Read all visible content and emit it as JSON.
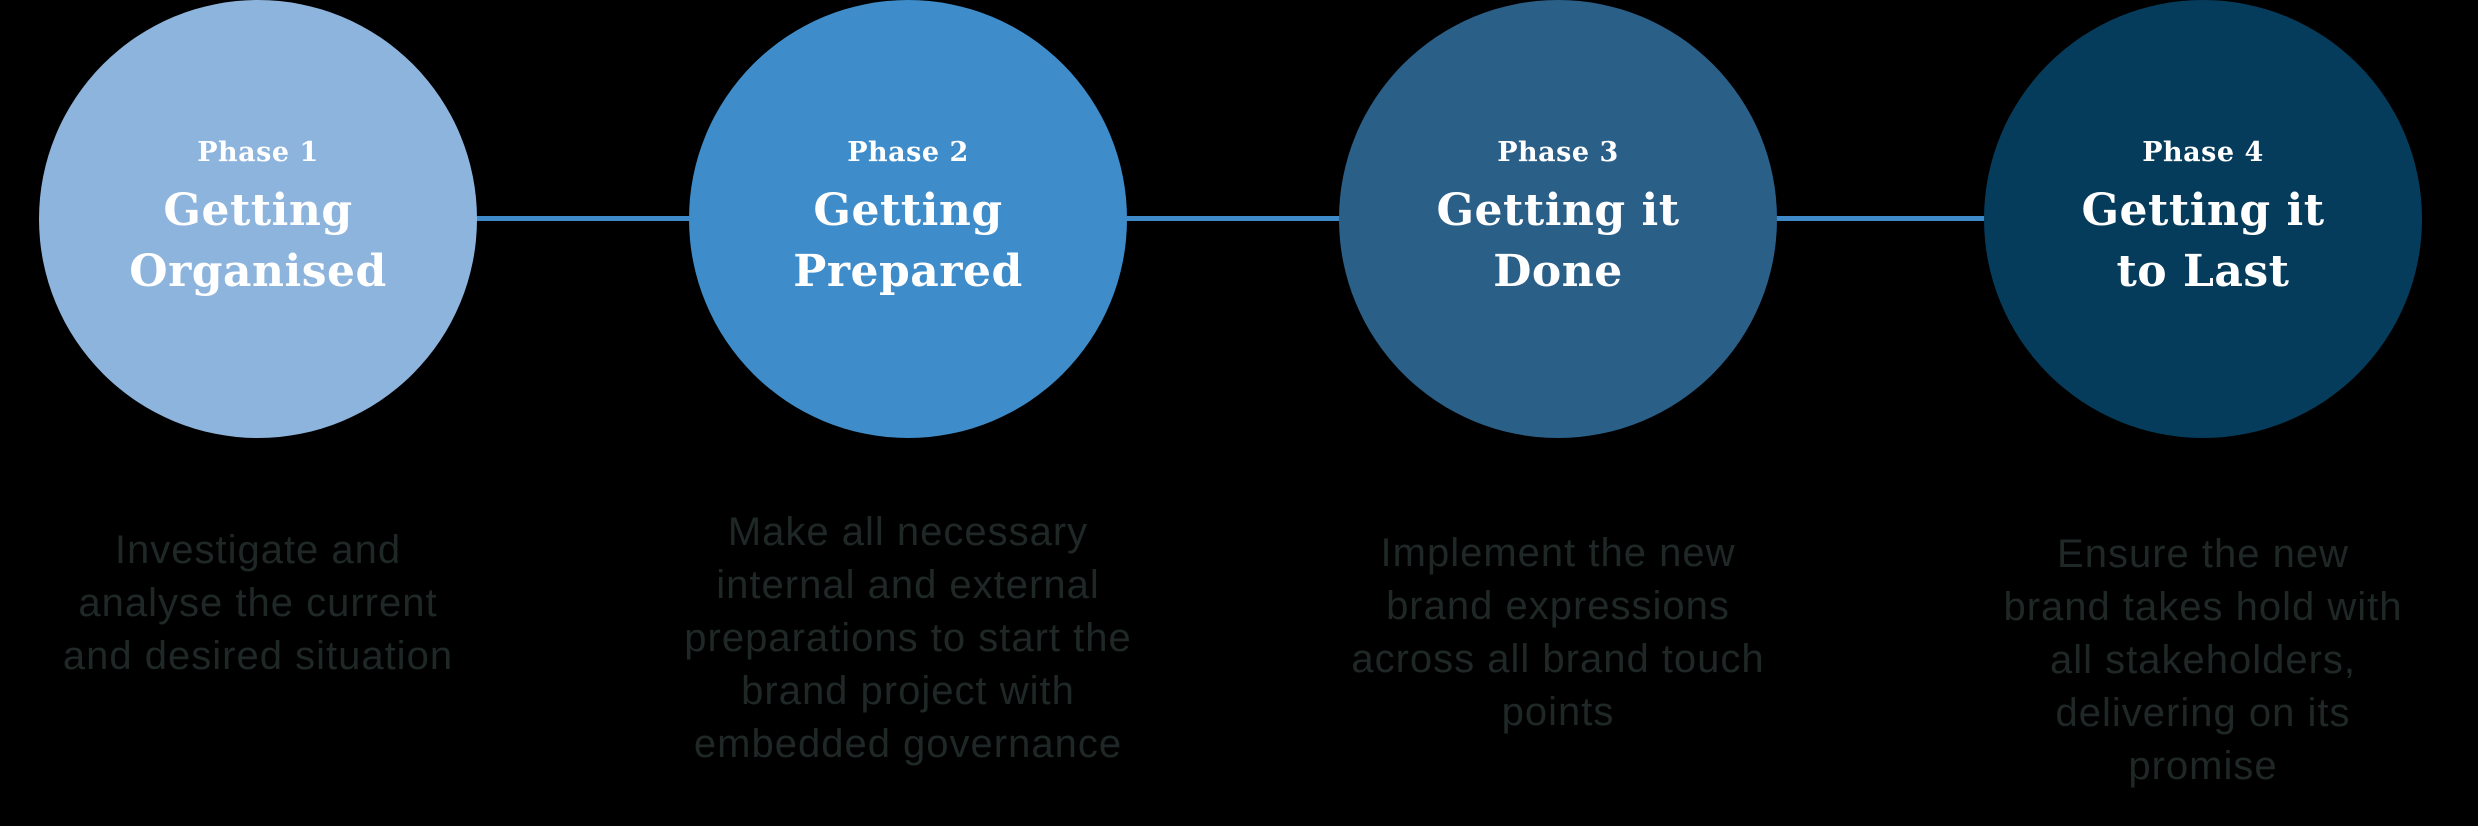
{
  "diagram": {
    "background_color": "#000000",
    "connector_color": "#3F8AC9",
    "text_color_on_circle": "#FFFFFF",
    "description_text_color": "#1F2827",
    "phases": [
      {
        "label": "Phase 1",
        "title": "Getting\nOrganised",
        "circle_color": "#8DB4DC",
        "description": "Investigate and\nanalyse the current\nand desired situation"
      },
      {
        "label": "Phase 2",
        "title": "Getting\nPrepared",
        "circle_color": "#3E8CC9",
        "description": "Make all necessary\ninternal and external\npreparations to start the\nbrand project with\nembedded governance"
      },
      {
        "label": "Phase 3",
        "title": "Getting it\nDone",
        "circle_color": "#2A5F88",
        "description": "Implement the new\nbrand expressions\nacross all brand touch\npoints"
      },
      {
        "label": "Phase 4",
        "title": "Getting it\nto Last",
        "circle_color": "#063C5B",
        "description": "Ensure the new\nbrand takes hold with\nall stakeholders,\ndelivering on its\npromise"
      }
    ]
  }
}
